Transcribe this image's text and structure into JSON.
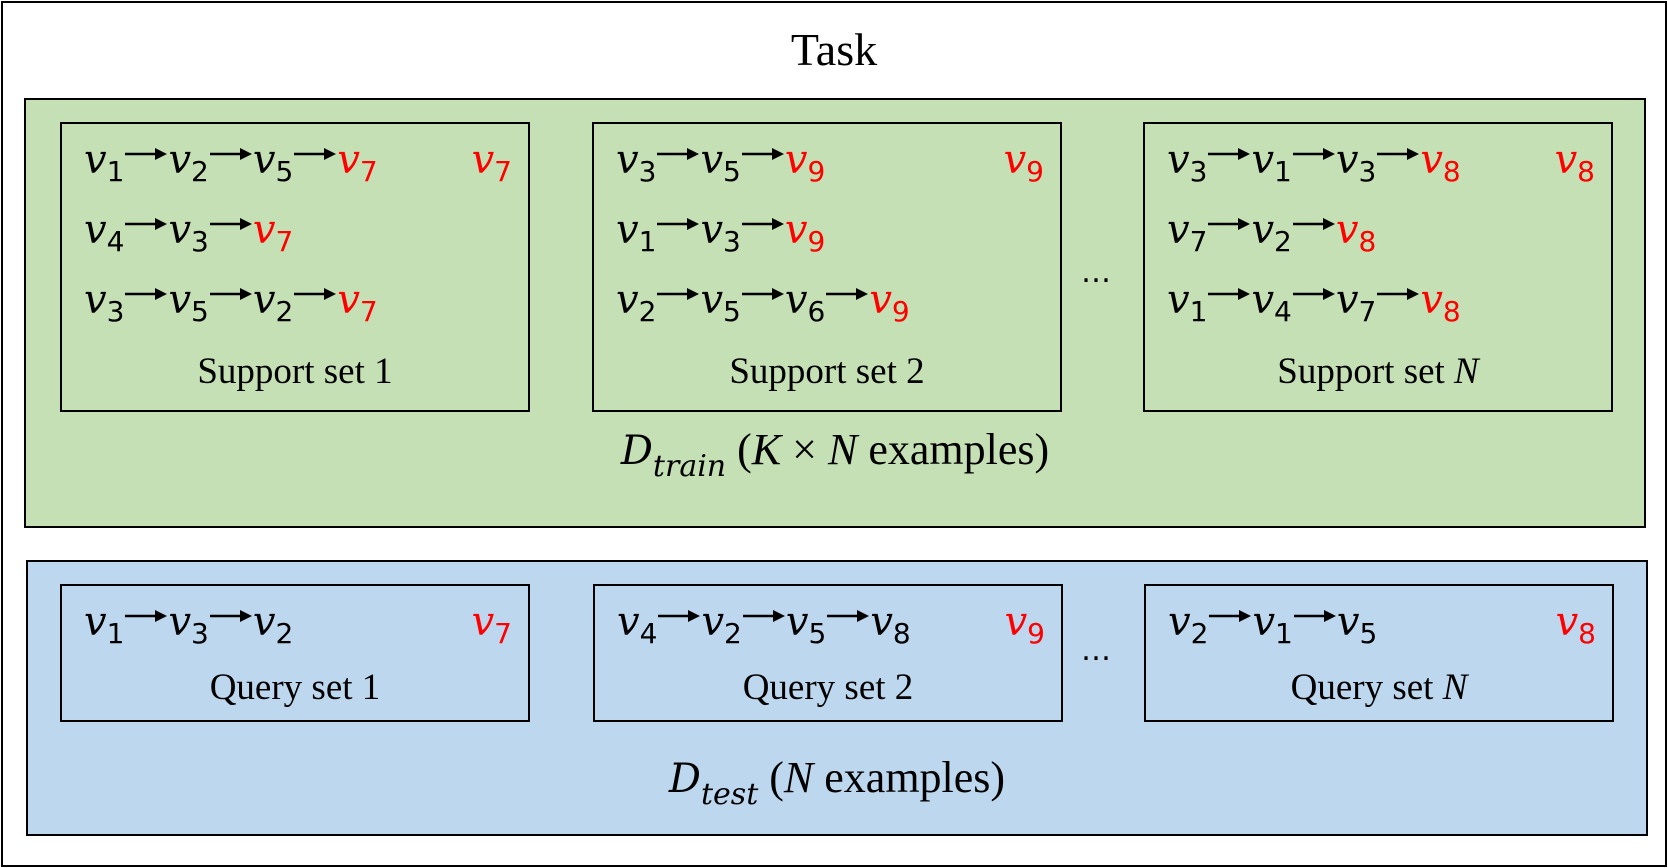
{
  "task": {
    "title": "Task"
  },
  "train": {
    "caption": {
      "symbol": "D",
      "subscript": "train",
      "text_open": " (",
      "k": "K",
      "times": " × ",
      "n": "N",
      "text_close": " examples)"
    },
    "support_sets": [
      {
        "label": "Support set ",
        "label_suffix": "1",
        "label_suffix_italic": false,
        "target": {
          "base": "v",
          "sub": "7"
        },
        "sequences": [
          {
            "nodes": [
              {
                "base": "v",
                "sub": "1"
              },
              {
                "base": "v",
                "sub": "2"
              },
              {
                "base": "v",
                "sub": "5"
              }
            ],
            "end": {
              "base": "v",
              "sub": "7"
            }
          },
          {
            "nodes": [
              {
                "base": "v",
                "sub": "4"
              },
              {
                "base": "v",
                "sub": "3"
              }
            ],
            "end": {
              "base": "v",
              "sub": "7"
            }
          },
          {
            "nodes": [
              {
                "base": "v",
                "sub": "3"
              },
              {
                "base": "v",
                "sub": "5"
              },
              {
                "base": "v",
                "sub": "2"
              }
            ],
            "end": {
              "base": "v",
              "sub": "7"
            }
          }
        ]
      },
      {
        "label": "Support set ",
        "label_suffix": "2",
        "label_suffix_italic": false,
        "target": {
          "base": "v",
          "sub": "9"
        },
        "sequences": [
          {
            "nodes": [
              {
                "base": "v",
                "sub": "3"
              },
              {
                "base": "v",
                "sub": "5"
              }
            ],
            "end": {
              "base": "v",
              "sub": "9"
            }
          },
          {
            "nodes": [
              {
                "base": "v",
                "sub": "1"
              },
              {
                "base": "v",
                "sub": "3"
              }
            ],
            "end": {
              "base": "v",
              "sub": "9"
            }
          },
          {
            "nodes": [
              {
                "base": "v",
                "sub": "2"
              },
              {
                "base": "v",
                "sub": "5"
              },
              {
                "base": "v",
                "sub": "6"
              }
            ],
            "end": {
              "base": "v",
              "sub": "9"
            }
          }
        ]
      },
      {
        "label": "Support set ",
        "label_suffix": "N",
        "label_suffix_italic": true,
        "target": {
          "base": "v",
          "sub": "8"
        },
        "sequences": [
          {
            "nodes": [
              {
                "base": "v",
                "sub": "3"
              },
              {
                "base": "v",
                "sub": "1"
              },
              {
                "base": "v",
                "sub": "3"
              }
            ],
            "end": {
              "base": "v",
              "sub": "8"
            }
          },
          {
            "nodes": [
              {
                "base": "v",
                "sub": "7"
              },
              {
                "base": "v",
                "sub": "2"
              }
            ],
            "end": {
              "base": "v",
              "sub": "8"
            }
          },
          {
            "nodes": [
              {
                "base": "v",
                "sub": "1"
              },
              {
                "base": "v",
                "sub": "4"
              },
              {
                "base": "v",
                "sub": "7"
              }
            ],
            "end": {
              "base": "v",
              "sub": "8"
            }
          }
        ]
      }
    ],
    "ellipsis": "…"
  },
  "test": {
    "caption": {
      "symbol": "D",
      "subscript": "test",
      "text_open": " (",
      "n": "N",
      "text_close": " examples)"
    },
    "query_sets": [
      {
        "label": "Query set ",
        "label_suffix": "1",
        "label_suffix_italic": false,
        "target": {
          "base": "v",
          "sub": "7"
        },
        "sequence": {
          "nodes": [
            {
              "base": "v",
              "sub": "1"
            },
            {
              "base": "v",
              "sub": "3"
            },
            {
              "base": "v",
              "sub": "2"
            }
          ]
        }
      },
      {
        "label": "Query set ",
        "label_suffix": "2",
        "label_suffix_italic": false,
        "target": {
          "base": "v",
          "sub": "9"
        },
        "sequence": {
          "nodes": [
            {
              "base": "v",
              "sub": "4"
            },
            {
              "base": "v",
              "sub": "2"
            },
            {
              "base": "v",
              "sub": "5"
            },
            {
              "base": "v",
              "sub": "8"
            }
          ]
        }
      },
      {
        "label": "Query set ",
        "label_suffix": "N",
        "label_suffix_italic": true,
        "target": {
          "base": "v",
          "sub": "8"
        },
        "sequence": {
          "nodes": [
            {
              "base": "v",
              "sub": "2"
            },
            {
              "base": "v",
              "sub": "1"
            },
            {
              "base": "v",
              "sub": "5"
            }
          ]
        }
      }
    ],
    "ellipsis": "…"
  },
  "colors": {
    "train_panel": "#c5e0b4",
    "test_panel": "#bdd7ee",
    "target_red": "#ff0000",
    "border": "#000000"
  }
}
